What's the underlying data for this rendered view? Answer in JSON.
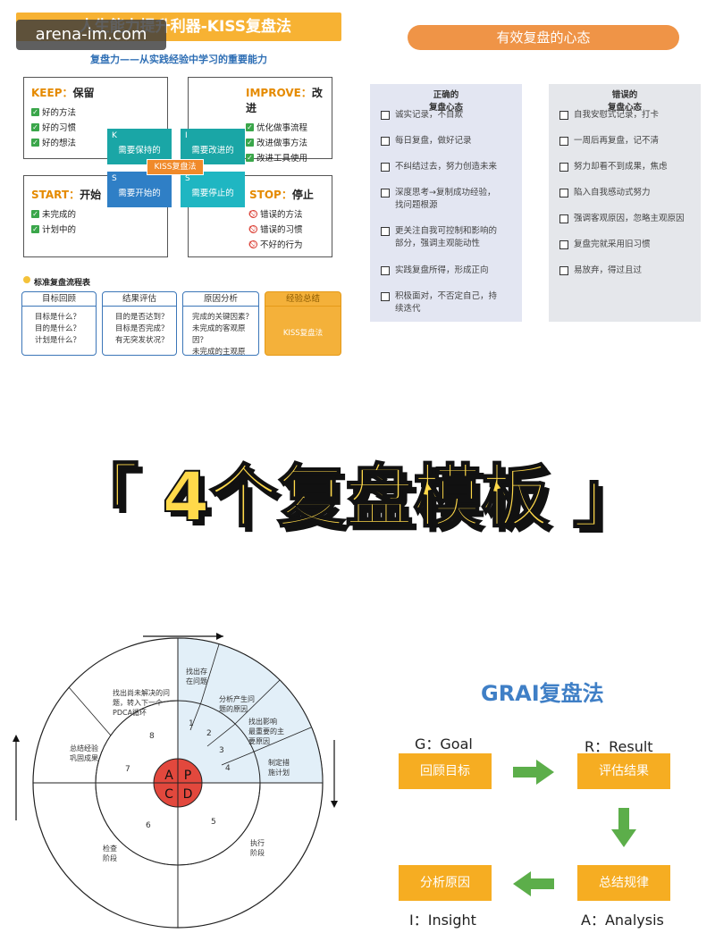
{
  "watermark": "arena-im.com",
  "kiss": {
    "banner": "人生能力提升利器-KISS复盘法",
    "subtitle": "复盘力——从实践经验中学习的重要能力",
    "keep": {
      "en": "KEEP：",
      "zh": "保留",
      "items": [
        "好的方法",
        "好的习惯",
        "好的想法"
      ]
    },
    "improve": {
      "en": "IMPROVE：",
      "zh": "改进",
      "items": [
        "优化做事流程",
        "改进做事方法",
        "改进工具使用"
      ]
    },
    "start": {
      "en": "START：",
      "zh": "开始",
      "items": [
        "未完成的",
        "计划中的"
      ]
    },
    "stop": {
      "en": "STOP：",
      "zh": "停止",
      "items": [
        "错误的方法",
        "错误的习惯",
        "不好的行为"
      ]
    },
    "tiles": [
      {
        "letter": "K",
        "text": "需要保持的"
      },
      {
        "letter": "I",
        "text": "需要改进的"
      },
      {
        "letter": "S",
        "text": "需要开始的"
      },
      {
        "letter": "S",
        "text": "需要停止的"
      }
    ],
    "center_label": "KISS复盘法",
    "flow_title": "标准复盘流程表",
    "flow": [
      {
        "head": "目标回顾",
        "lines": [
          "目标是什么？",
          "目的是什么？",
          "计划是什么？"
        ]
      },
      {
        "head": "结果评估",
        "lines": [
          "目的是否达到？",
          "目标是否完成？",
          "有无突发状况？"
        ]
      },
      {
        "head": "原因分析",
        "lines": [
          "完成的关键因素？",
          "未完成的客观原因？",
          "未完成的主观原因？"
        ]
      },
      {
        "head": "经验总结",
        "lines": [
          "KISS复盘法"
        ]
      }
    ]
  },
  "mindset": {
    "banner": "有效复盘的心态",
    "correct_head": [
      "正确的",
      "复盘心态"
    ],
    "wrong_head": [
      "错误的",
      "复盘心态"
    ],
    "correct": [
      [
        "诚实记录，不自欺"
      ],
      [
        "每日复盘，做好记录"
      ],
      [
        "不纠结过去，努力创造未来"
      ],
      [
        "深度思考→复制成功经验，",
        "找问题根源"
      ],
      [
        "更关注自我可控制和影响的",
        "部分，强调主观能动性"
      ],
      [
        "实践复盘所得，形成正向"
      ],
      [
        "积极面对，不否定自己，持",
        "续迭代"
      ]
    ],
    "wrong": [
      [
        "自我安慰式记录，打卡"
      ],
      [
        "一周后再复盘，记不清"
      ],
      [
        "努力却看不到成果，焦虑"
      ],
      [
        "陷入自我感动式努力"
      ],
      [
        "强调客观原因，忽略主观原因"
      ],
      [
        "复盘完就采用旧习惯"
      ],
      [
        "易放弃，得过且过"
      ]
    ]
  },
  "headline": "「 4个复盘模板 」",
  "pdca": {
    "center": [
      "A",
      "P",
      "C",
      "D"
    ],
    "numbers": [
      "1",
      "2",
      "3",
      "4",
      "5",
      "6",
      "7",
      "8"
    ],
    "labels": {
      "s1": [
        "找出存",
        "在问题"
      ],
      "s2": [
        "分析产生问",
        "题的原因"
      ],
      "s3": [
        "找出影响",
        "最重要的主",
        "要原因"
      ],
      "s4": [
        "制定措",
        "施计划"
      ],
      "s5": [
        "执行",
        "阶段"
      ],
      "s6": [
        "检查",
        "阶段"
      ],
      "s7": [
        "总结经验",
        "巩固成果"
      ],
      "s8": [
        "找出尚未解决的问",
        "题，转入下一个",
        "PDCA循环"
      ]
    }
  },
  "grai": {
    "title": "GRAI复盘法",
    "g_label": "G：Goal",
    "r_label": "R：Result",
    "i_label": "I：Insight",
    "a_label": "A：Analysis",
    "g_box": "回顾目标",
    "r_box": "评估结果",
    "i_box": "分析原因",
    "a_box": "总结规律"
  },
  "colors": {
    "orange": "#f7b233",
    "teal": "#1aa6a6",
    "blue": "#2f7fc6",
    "green": "#5cae4a",
    "red": "#e2483d",
    "headline_yellow": "#ffd94a"
  }
}
